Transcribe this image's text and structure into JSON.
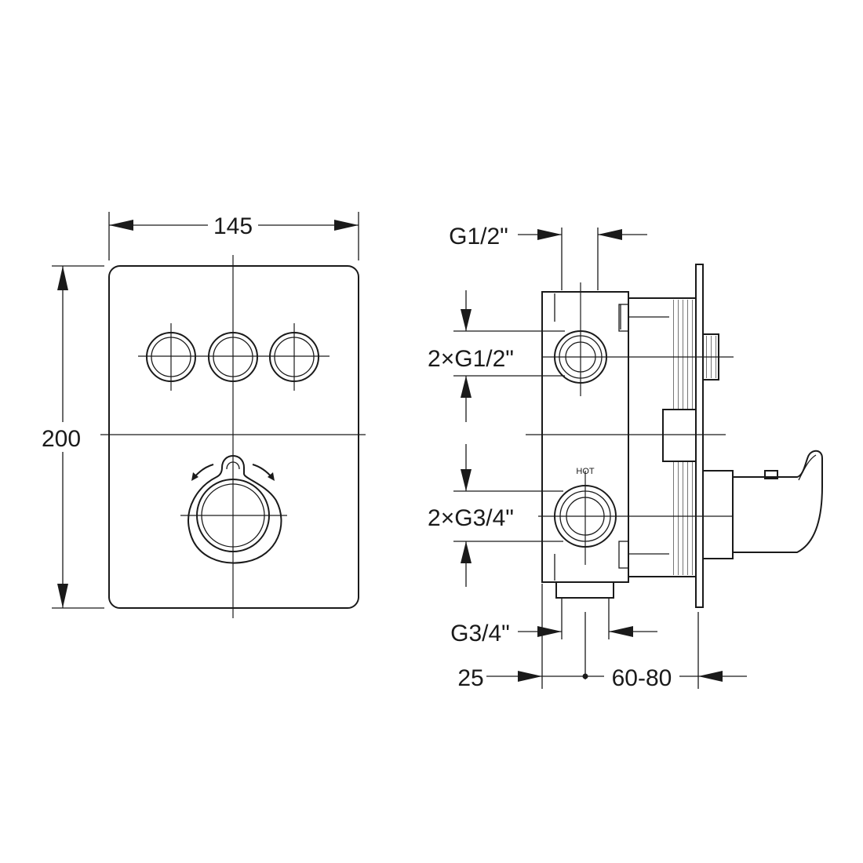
{
  "front_view": {
    "width_dim": "145",
    "height_dim": "200"
  },
  "side_view": {
    "label_top_conn": "G1/2\"",
    "label_upper_inlets": "2×G1/2\"",
    "label_lower_inlets": "2×G3/4\"",
    "label_bottom_outlet": "G3/4\"",
    "label_depth_body": "25",
    "label_depth_adjust": "60-80",
    "label_hot": "HOT"
  }
}
